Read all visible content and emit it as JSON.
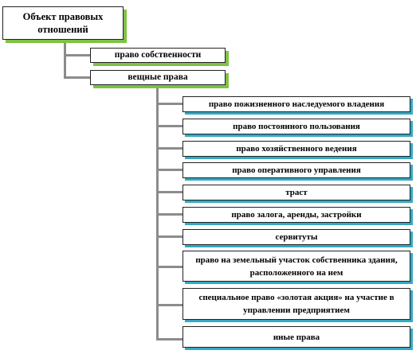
{
  "root": {
    "label": "Объект правовых отношений"
  },
  "level1": [
    {
      "label": "право собственности"
    },
    {
      "label": "вещные права"
    }
  ],
  "level2": [
    {
      "label": "право пожизненного наследуемого владения"
    },
    {
      "label": "право постоянного пользования"
    },
    {
      "label": "право хозяйственного ведения"
    },
    {
      "label": "право оперативного управления"
    },
    {
      "label": "траст"
    },
    {
      "label": "право залога, аренды, застройки"
    },
    {
      "label": "сервитуты"
    },
    {
      "label": "право на земельный участок собственника здания, расположенного на нем"
    },
    {
      "label": "специальное право «золотая акция» на участие в управлении предприятием"
    },
    {
      "label": "иные права"
    }
  ],
  "colors": {
    "shadow_green": "#7ec242",
    "shadow_teal": "#33a9c4",
    "connector": "#8c8c8c"
  }
}
